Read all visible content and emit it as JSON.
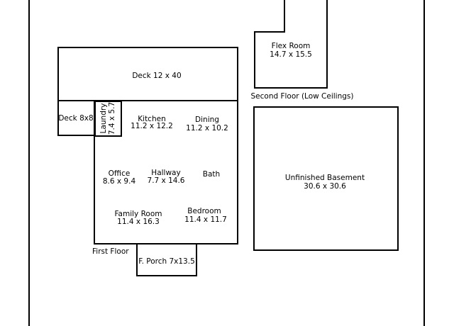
{
  "floorplan": {
    "rooms": {
      "flex_room": {
        "name": "Flex Room",
        "dims": "14.7 x 15.5"
      },
      "deck_main": {
        "name": "Deck 12 x 40"
      },
      "deck_side": {
        "name": "Deck 8x8"
      },
      "laundry": {
        "name": "Laundry",
        "dims": "7.4 x 5.7"
      },
      "kitchen": {
        "name": "Kitchen",
        "dims": "11.2 x 12.2"
      },
      "dining": {
        "name": "Dining",
        "dims": "11.2 x 10.2"
      },
      "office": {
        "name": "Office",
        "dims": "8.6 x 9.4"
      },
      "hallway": {
        "name": "Hallway",
        "dims": "7.7 x 14.6"
      },
      "bath": {
        "name": "Bath"
      },
      "family_room": {
        "name": "Family Room",
        "dims": "11.4 x 16.3"
      },
      "bedroom": {
        "name": "Bedroom",
        "dims": "11.4 x 11.7"
      },
      "porch": {
        "name": "F. Porch 7x13.5"
      },
      "basement": {
        "name": "Unfinished Basement",
        "dims": "30.6 x 30.6"
      }
    },
    "floor_labels": {
      "second_floor": "Second Floor (Low Ceilings)",
      "first_floor": "First Floor"
    }
  }
}
